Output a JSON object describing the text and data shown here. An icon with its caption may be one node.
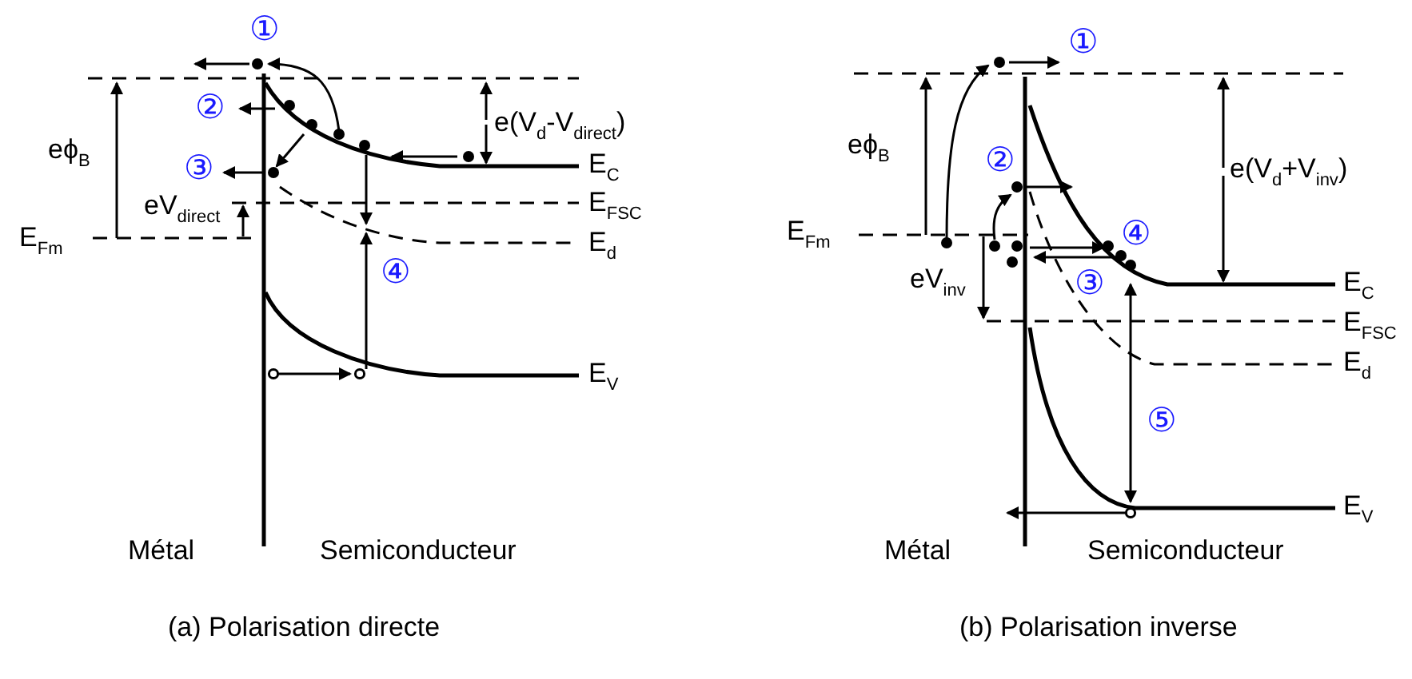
{
  "diagram": {
    "labels": [
      "①",
      "②",
      "e(V$_{d}$-V$_{direct}$)",
      "eϕ$_{B}$",
      "③",
      "E$_{C}$",
      "eV$_{direct}$",
      "E$_{FSC}$",
      "E$_{Fm}$",
      "E$_{d}$",
      "④",
      "E$_{V}$",
      "Métal",
      "Semiconducteur",
      "(a) Polarisation directe",
      "①",
      "eϕ$_{B}$",
      "②",
      "e(V$_{d}$+V$_{inv}$)",
      "E$_{Fm}$",
      "④",
      "eV$_{inv}$",
      "③",
      "E$_{C}$",
      "E$_{FSC}$",
      "E$_{d}$",
      "⑤",
      "E$_{V}$",
      "Métal",
      "Semiconducteur",
      "(b) Polarisation inverse"
    ]
  }
}
